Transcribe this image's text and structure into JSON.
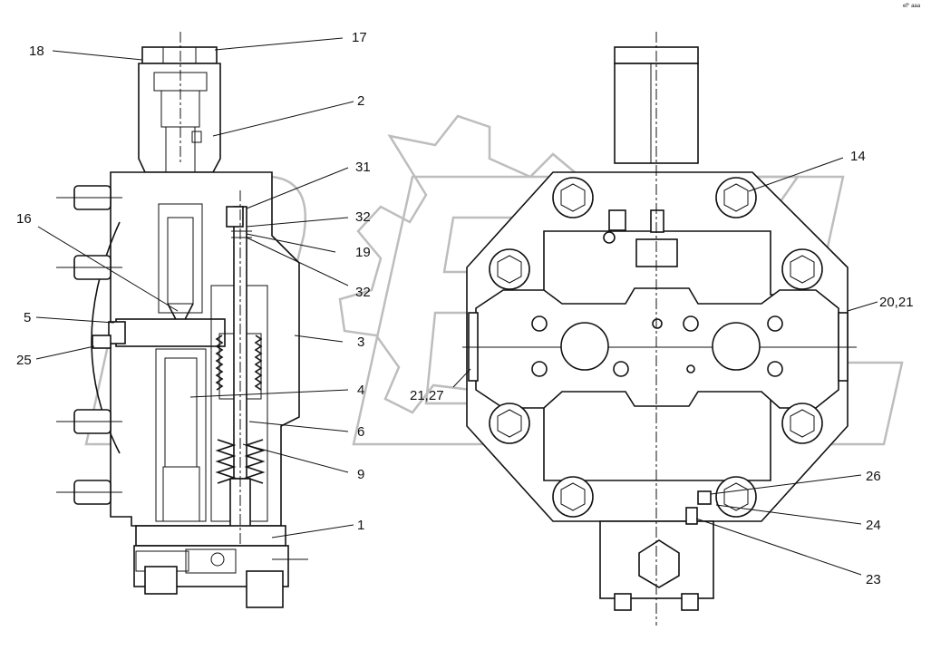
{
  "corner_mark": "ef° aaa",
  "watermark": {
    "letters": [
      "P",
      "E",
      "X"
    ]
  },
  "callouts": [
    {
      "id": "c17",
      "label": "17"
    },
    {
      "id": "c18",
      "label": "18"
    },
    {
      "id": "c2",
      "label": "2"
    },
    {
      "id": "c31",
      "label": "31"
    },
    {
      "id": "c32a",
      "label": "32"
    },
    {
      "id": "c16",
      "label": "16"
    },
    {
      "id": "c19",
      "label": "19"
    },
    {
      "id": "c32b",
      "label": "32"
    },
    {
      "id": "c5",
      "label": "5"
    },
    {
      "id": "c3",
      "label": "3"
    },
    {
      "id": "c25",
      "label": "25"
    },
    {
      "id": "c4",
      "label": "4"
    },
    {
      "id": "c6",
      "label": "6"
    },
    {
      "id": "c9",
      "label": "9"
    },
    {
      "id": "c1",
      "label": "1"
    },
    {
      "id": "c14",
      "label": "14"
    },
    {
      "id": "c2021",
      "label": "20,21"
    },
    {
      "id": "c2127",
      "label": "21,27"
    },
    {
      "id": "c26",
      "label": "26"
    },
    {
      "id": "c24",
      "label": "24"
    },
    {
      "id": "c23",
      "label": "23"
    }
  ]
}
